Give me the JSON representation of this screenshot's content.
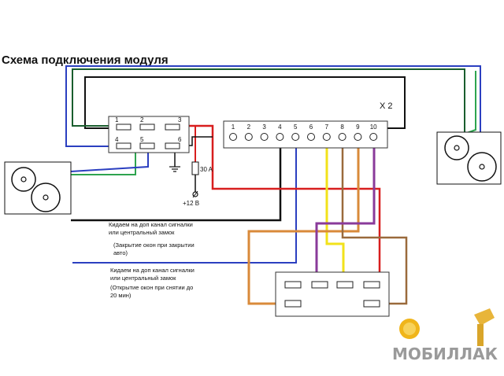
{
  "title": "Схема подключения модуля",
  "connector_x2": "X 2",
  "relay_pins": [
    "1",
    "2",
    "3",
    "4",
    "5",
    "6"
  ],
  "terminal_pins": [
    "1",
    "2",
    "3",
    "4",
    "5",
    "6",
    "7",
    "8",
    "9",
    "10"
  ],
  "fuse_label": "30 A",
  "power_label": "+12 В",
  "note_close": {
    "line1": "Кидаем на доп канал сигналки",
    "line2": "или центральный замок",
    "line3": "(Закрытие окон при закрытии",
    "line4": "авто)"
  },
  "note_open": {
    "line1": "Кидаем на доп канал сигналки",
    "line2": "или центральный замок",
    "line3": "(Открытие окон при снятии до",
    "line4": "20 мин)"
  },
  "watermark": "МОБИЛЛАК",
  "colors": {
    "black": "#111111",
    "dark_green": "#1a5e2e",
    "green": "#2ea44f",
    "blue": "#2b3fc0",
    "red": "#d81e1e",
    "yellow": "#f2e21a",
    "orange": "#d98a3a",
    "brown": "#9a6a3c",
    "purple": "#8a3a9a"
  }
}
